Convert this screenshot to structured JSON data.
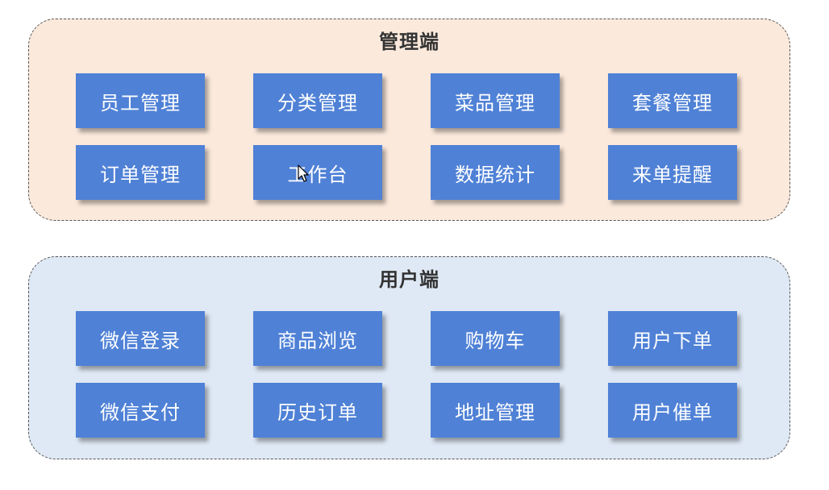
{
  "admin": {
    "title": "管理端",
    "modules": [
      "员工管理",
      "分类管理",
      "菜品管理",
      "套餐管理",
      "订单管理",
      "工作台",
      "数据统计",
      "来单提醒"
    ]
  },
  "user": {
    "title": "用户端",
    "modules": [
      "微信登录",
      "商品浏览",
      "购物车",
      "用户下单",
      "微信支付",
      "历史订单",
      "地址管理",
      "用户催单"
    ]
  },
  "colors": {
    "admin_bg": "#fbe9dc",
    "user_bg": "#dfe9f5",
    "module_bg": "#4f81d6",
    "module_text": "#ffffff"
  }
}
